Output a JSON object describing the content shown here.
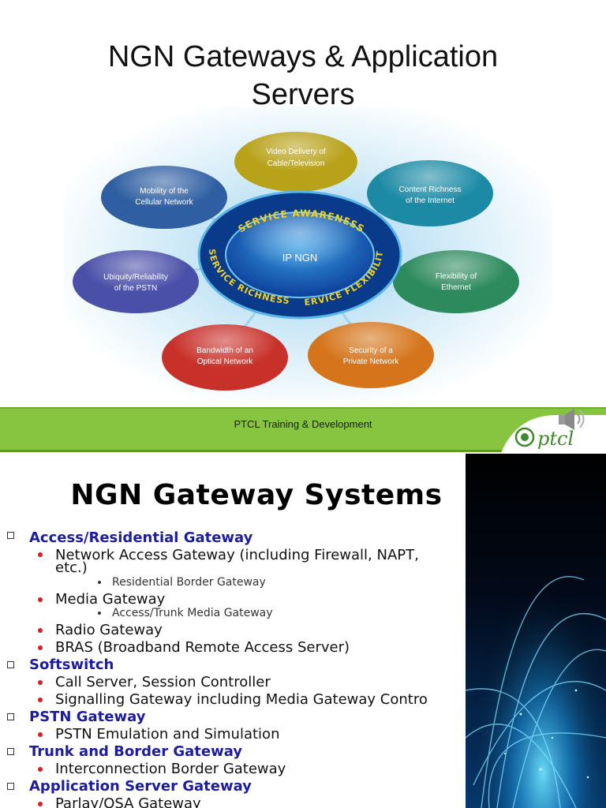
{
  "slide1": {
    "title_line1": "NGN Gateways & Application",
    "title_line2": "Servers",
    "diagram": {
      "center_label": "IP NGN",
      "ring_labels": {
        "top": "SERVICE AWARENESS",
        "bottom_left": "SERVICE RICHNESS",
        "bottom_right": "SERVICE FLEXIBILITY"
      },
      "nodes": [
        {
          "line1": "Video Delivery of",
          "line2": "Cable/Television",
          "color": "#b8a21a"
        },
        {
          "line1": "Content Richness",
          "line2": "of the Internet",
          "color": "#1c8aa5"
        },
        {
          "line1": "Flexibility of",
          "line2": "Ethernet",
          "color": "#2c8a5c"
        },
        {
          "line1": "Security of a",
          "line2": "Private Network",
          "color": "#d5741a"
        },
        {
          "line1": "Bandwidth of an",
          "line2": "Optical Network",
          "color": "#c8312a"
        },
        {
          "line1": "Ubiquity/Reliability",
          "line2": "of the PSTN",
          "color": "#4a4fa8"
        },
        {
          "line1": "Mobility of the",
          "line2": "Cellular Network",
          "color": "#2f5fa2"
        }
      ]
    },
    "footer": "PTCL Training & Development",
    "logo_text": "ptcl",
    "colors": {
      "footer_green": "#87c540",
      "logo_green": "#3f8a2a"
    }
  },
  "slide2": {
    "title": "NGN Gateway Systems",
    "items": [
      {
        "level": 1,
        "text": "Access/Residential Gateway"
      },
      {
        "level": 2,
        "text": "Network Access Gateway (including Firewall, NAPT,"
      },
      {
        "level": 2,
        "text": "etc.)",
        "continuation": true
      },
      {
        "level": 3,
        "text": "Residential Border Gateway"
      },
      {
        "level": 2,
        "text": "Media Gateway"
      },
      {
        "level": 3,
        "text": "Access/Trunk Media Gateway"
      },
      {
        "level": 2,
        "text": "Radio Gateway"
      },
      {
        "level": 2,
        "text": "BRAS (Broadband Remote Access Server)"
      },
      {
        "level": 1,
        "text": "Softswitch"
      },
      {
        "level": 2,
        "text": "Call Server, Session Controller"
      },
      {
        "level": 2,
        "text": "Signalling Gateway including Media Gateway Contro"
      },
      {
        "level": 1,
        "text": "PSTN Gateway"
      },
      {
        "level": 2,
        "text": "PSTN Emulation and Simulation"
      },
      {
        "level": 1,
        "text": "Trunk and Border Gateway"
      },
      {
        "level": 2,
        "text": "Interconnection Border Gateway"
      },
      {
        "level": 1,
        "text": "Application Server Gateway"
      },
      {
        "level": 2,
        "text": "Parlay/OSA Gateway"
      }
    ],
    "colors": {
      "heading_blue": "#1c1c9c",
      "bullet_red": "#d61f1f"
    }
  }
}
